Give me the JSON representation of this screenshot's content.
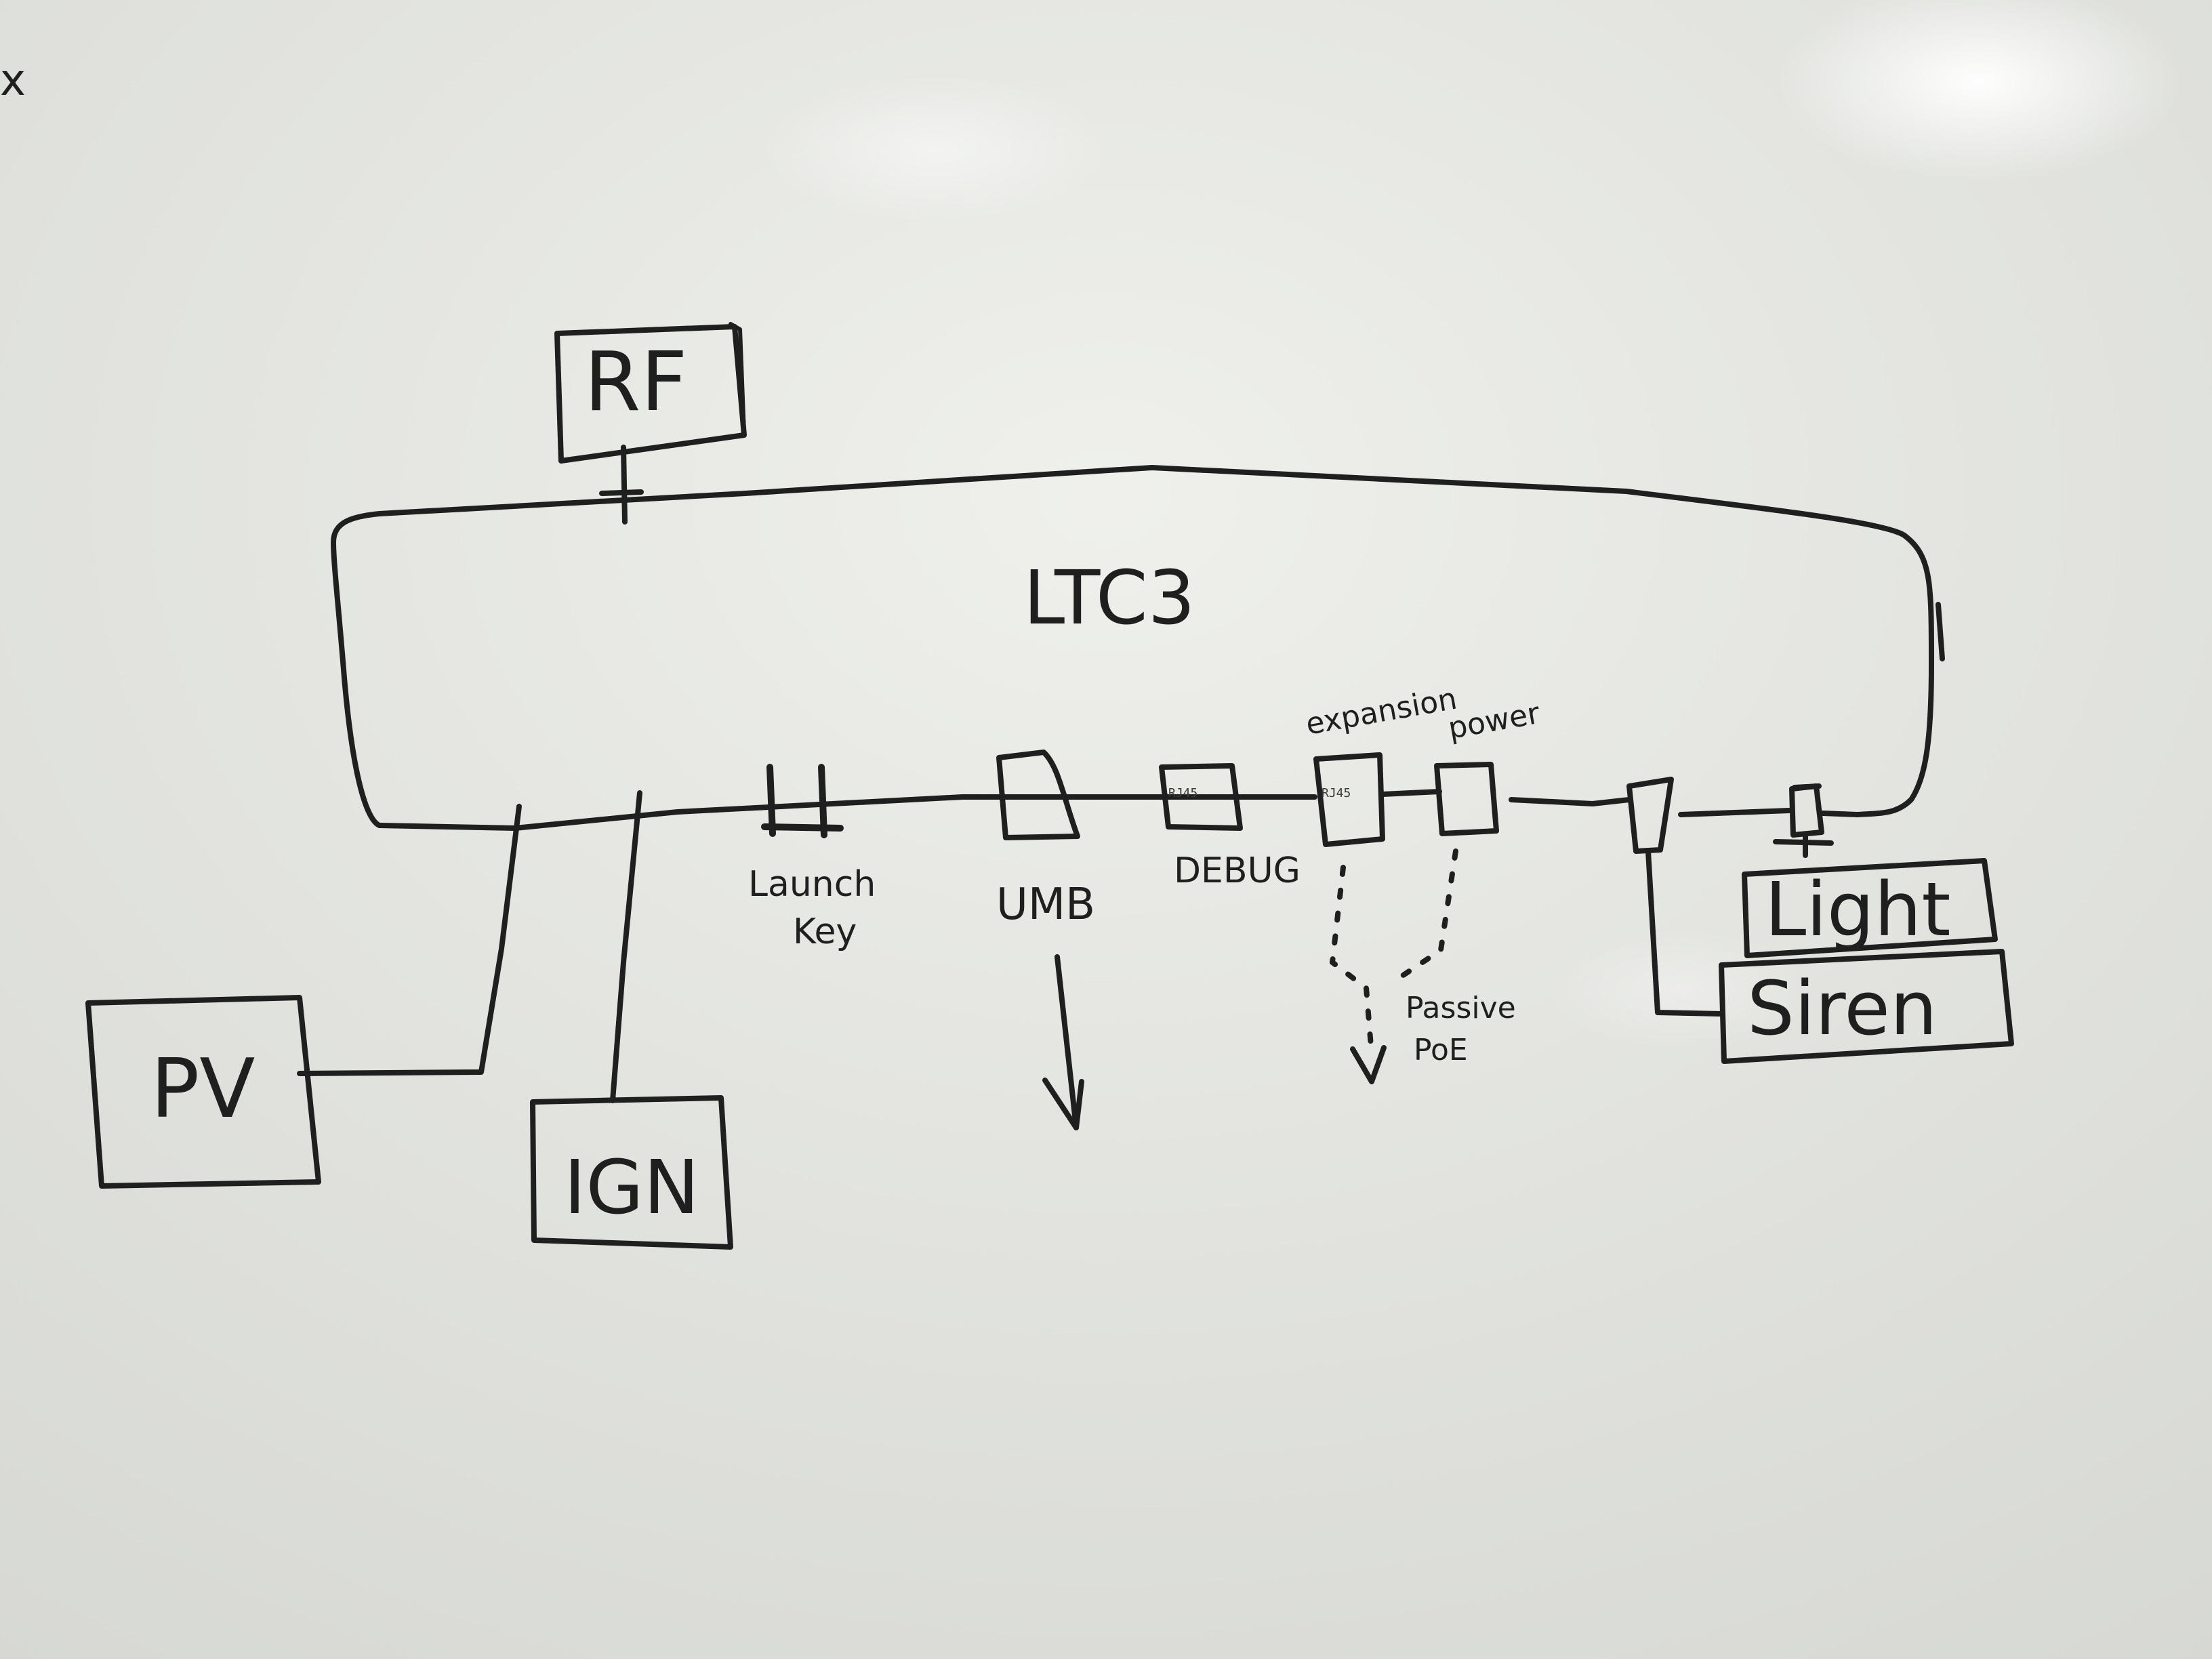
{
  "diagram": {
    "corner_mark": "x",
    "blocks": {
      "rf": "RF",
      "ltc3": "LTC3",
      "pv": "PV",
      "ign": "IGN",
      "light": "Light",
      "siren": "Siren"
    },
    "connectors": {
      "launch_key": [
        "Launch",
        "Key"
      ],
      "umb": "UMB",
      "debug": "DEBUG",
      "expansion": "expansion",
      "power": "power",
      "passive_poe": [
        "Passive",
        "PoE"
      ],
      "rj45": "RJ45"
    }
  },
  "colors": {
    "board": "#e9eae6",
    "ink": "#1f1f1f"
  }
}
